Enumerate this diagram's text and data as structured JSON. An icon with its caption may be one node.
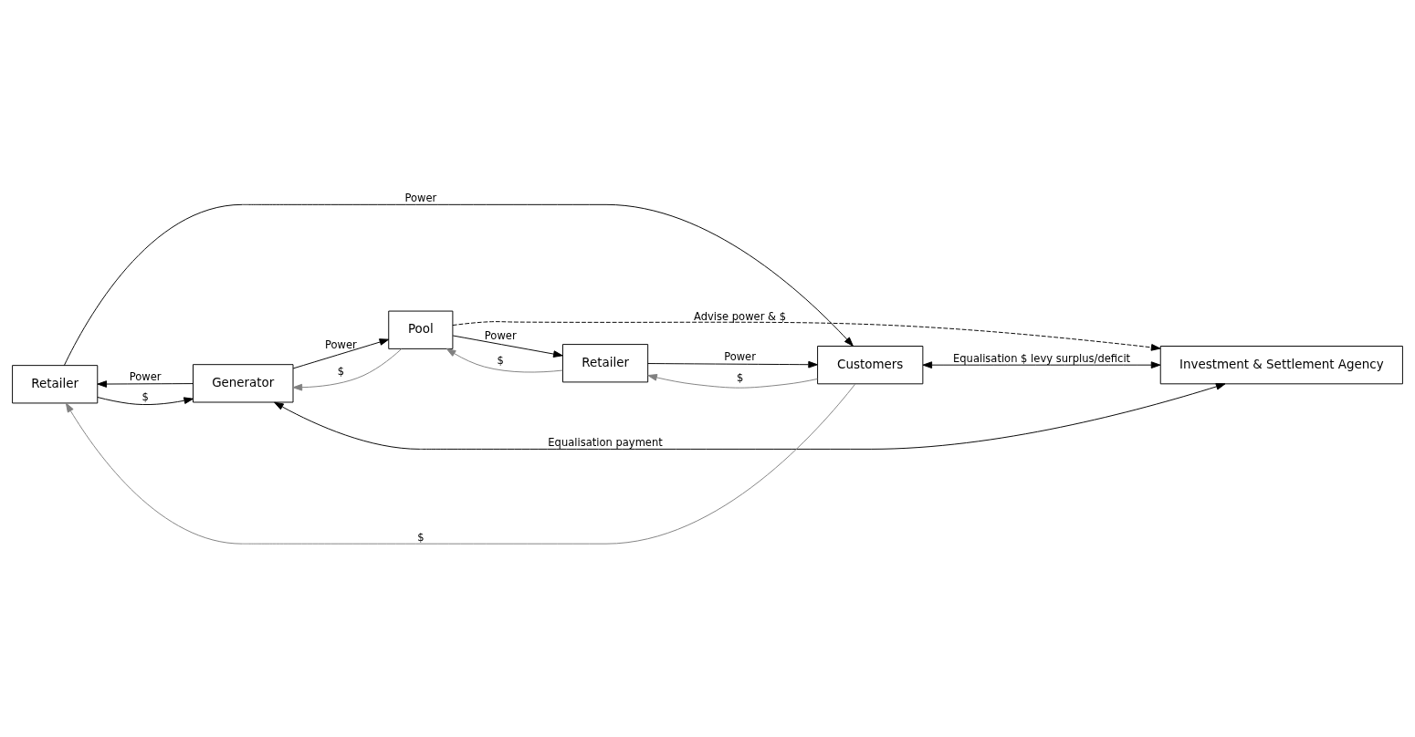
{
  "diagram": {
    "nodes": [
      {
        "text": [
          "Retailer"
        ]
      },
      {
        "text": [
          "Generator"
        ]
      },
      {
        "text": [
          "Pool"
        ]
      },
      {
        "text": [
          "Retailer"
        ]
      },
      {
        "text": [
          "Customers"
        ]
      },
      {
        "text": [
          "Investment & Settlement Agency"
        ]
      }
    ],
    "edges": [
      {
        "from": 1,
        "to": 0,
        "arrow": "to",
        "label": "Power"
      },
      {
        "from": 0,
        "to": 1,
        "arrow": "to",
        "label": "$"
      },
      {
        "from": 0,
        "to": 4,
        "arrow": "to",
        "label": "Power"
      },
      {
        "from": 4,
        "to": 0,
        "arrow": "to",
        "label": "$",
        "color": "#808080"
      },
      {
        "from": 1,
        "to": 2,
        "arrow": "to",
        "label": "Power"
      },
      {
        "from": 2,
        "to": 1,
        "arrow": "to",
        "label": "$",
        "color": "#808080"
      },
      {
        "from": 2,
        "to": 3,
        "arrow": "to",
        "label": "Power"
      },
      {
        "from": 3,
        "to": 2,
        "arrow": "to",
        "label": "$",
        "color": "#808080"
      },
      {
        "from": 3,
        "to": 4,
        "arrow": "to",
        "label": "Power"
      },
      {
        "from": 4,
        "to": 3,
        "arrow": "to",
        "label": "$",
        "color": "#808080"
      },
      {
        "from": 2,
        "to": 5,
        "arrow": "to",
        "label": "Advise power & $",
        "style": "dashed"
      },
      {
        "from": 1,
        "to": 5,
        "arrow": "both",
        "label": "Equalisation payment"
      },
      {
        "from": 4,
        "to": 5,
        "arrow": "both",
        "label": "Equalisation $ levy surplus/deficit"
      }
    ]
  }
}
